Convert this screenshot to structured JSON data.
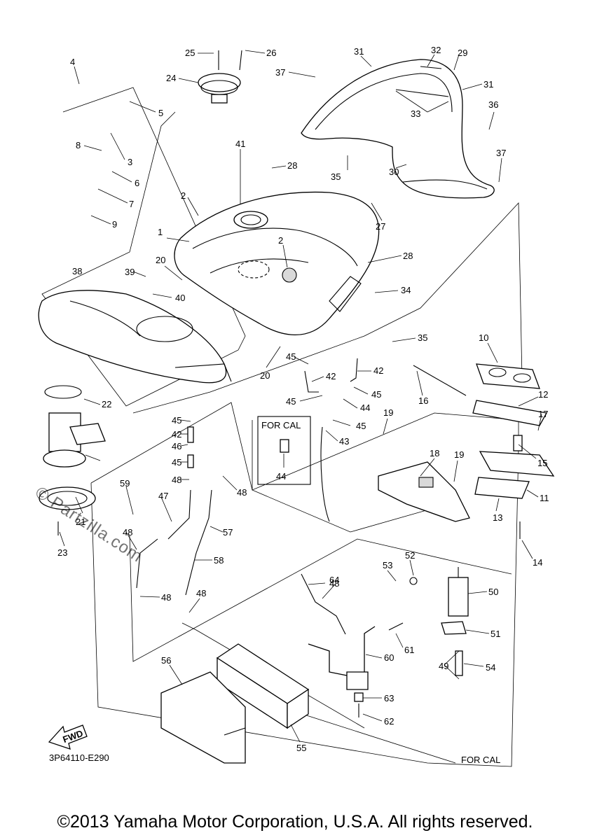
{
  "diagram": {
    "code": "3P64110-E290",
    "for_cal_labels": [
      "FOR CAL",
      "FOR CAL"
    ],
    "fwd_label": "FWD",
    "watermark": "© Partzilla.com",
    "copyright": "©2013 Yamaha Motor Corporation, U.S.A. All rights reserved.",
    "callouts": [
      "1",
      "2",
      "2",
      "3",
      "4",
      "5",
      "6",
      "7",
      "8",
      "9",
      "10",
      "11",
      "12",
      "13",
      "14",
      "15",
      "16",
      "17",
      "18",
      "19",
      "19",
      "20",
      "20",
      "21",
      "22",
      "23",
      "24",
      "25",
      "26",
      "27",
      "28",
      "28",
      "29",
      "30",
      "31",
      "31",
      "32",
      "33",
      "34",
      "35",
      "35",
      "36",
      "37",
      "37",
      "38",
      "39",
      "40",
      "41",
      "42",
      "42",
      "42",
      "43",
      "44",
      "44",
      "45",
      "45",
      "45",
      "45",
      "45",
      "45",
      "46",
      "47",
      "48",
      "48",
      "48",
      "48",
      "48",
      "48",
      "49",
      "50",
      "51",
      "52",
      "53",
      "54",
      "55",
      "56",
      "57",
      "58",
      "59",
      "60",
      "61",
      "62",
      "63",
      "64"
    ]
  }
}
